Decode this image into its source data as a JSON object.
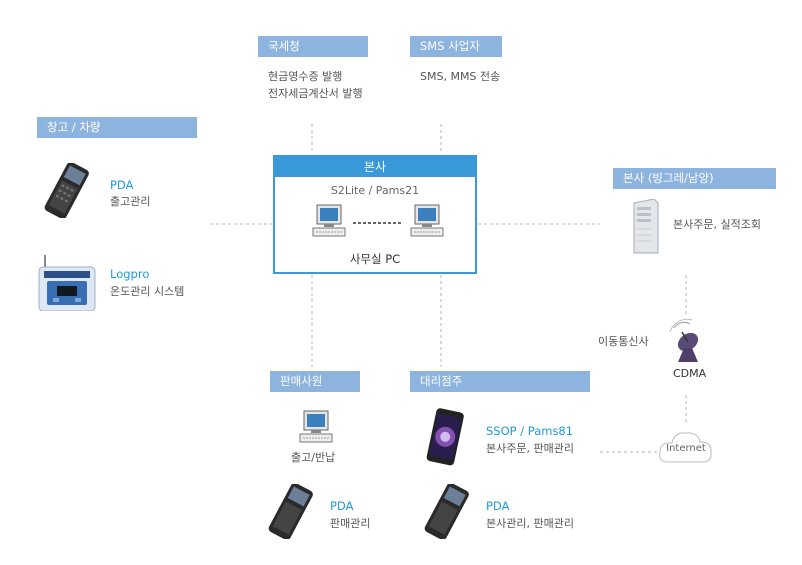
{
  "nts": {
    "label": "국세청",
    "desc": [
      "현금영수증 발행",
      "전자세금계산서 발행"
    ]
  },
  "sms": {
    "label": "SMS 사업자",
    "desc": "SMS, MMS 전송"
  },
  "warehouse": {
    "label": "창고 / 차량",
    "pda": {
      "title": "PDA",
      "desc": "출고관리"
    },
    "logpro": {
      "title": "Logpro",
      "desc": "온도관리 시스템"
    }
  },
  "hq": {
    "label": "본사",
    "software": "S2Lite / Pams21",
    "caption": "사무실 PC"
  },
  "hq_remote": {
    "label": "본사 (빙그레/남양)",
    "desc": "본사주문, 실적조회"
  },
  "mobile": {
    "carrier": "이동통신사",
    "network": "CDMA"
  },
  "internet": {
    "label": "Internet"
  },
  "sales": {
    "label": "판매사원",
    "pc_desc": "출고/반납",
    "pda": {
      "title": "PDA",
      "desc": "판매관리"
    }
  },
  "agency": {
    "label": "대리점주",
    "phone": {
      "title": "SSOP / Pams81",
      "desc": "본사주문, 판매관리"
    },
    "pda": {
      "title": "PDA",
      "desc": "본사관리, 판매관리"
    }
  },
  "colors": {
    "header": "#8db3df",
    "accent": "#1f9ad6",
    "hq_border": "#3a9ad9"
  }
}
